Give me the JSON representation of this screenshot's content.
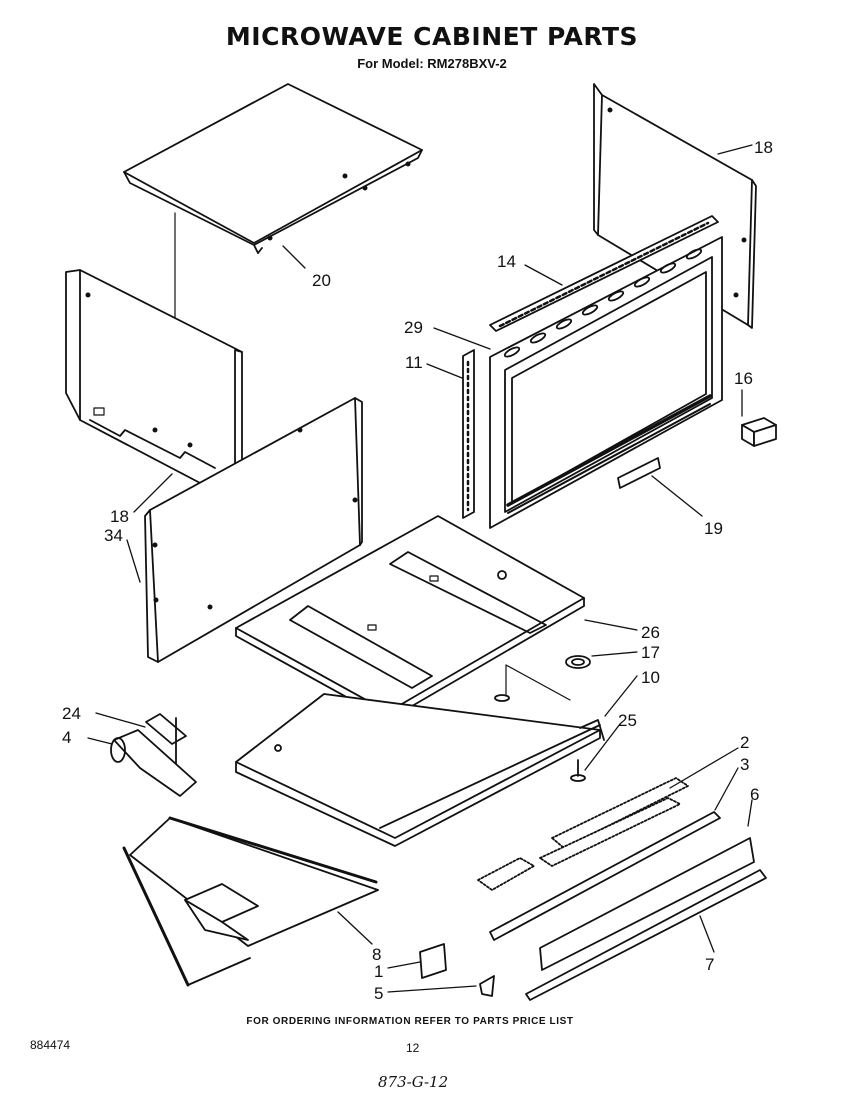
{
  "header": {
    "title": "MICROWAVE CABINET PARTS",
    "subtitle": "For Model: RM278BXV-2"
  },
  "callouts": [
    "20",
    "18",
    "14",
    "29",
    "11",
    "16",
    "19",
    "18",
    "34",
    "26",
    "17",
    "10",
    "25",
    "24",
    "4",
    "2",
    "3",
    "6",
    "8",
    "1",
    "5",
    "7"
  ],
  "footer": {
    "note": "FOR ORDERING INFORMATION REFER TO PARTS PRICE LIST",
    "doc_number": "884474",
    "page_number": "12",
    "handwritten": "873-G-12"
  }
}
